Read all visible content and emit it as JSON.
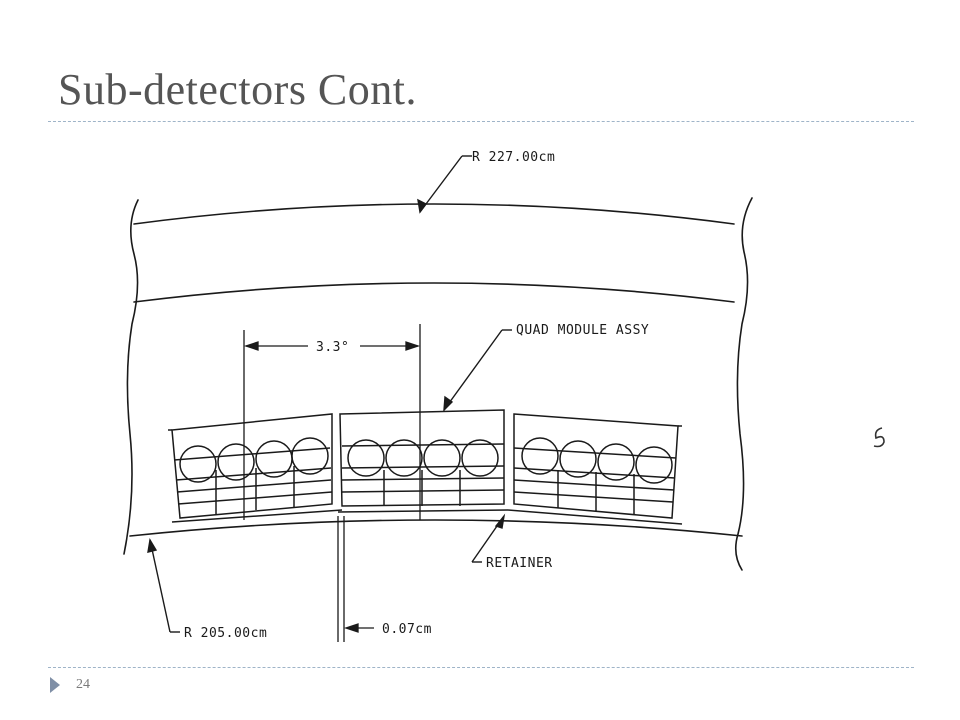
{
  "slide": {
    "title": "Sub-detectors Cont.",
    "page_number": "24"
  },
  "drawing": {
    "labels": {
      "outer_radius": "R  227.00cm",
      "angle": "3.3°",
      "quad_module": "QUAD MODULE ASSY",
      "retainer": "RETAINER",
      "inner_radius": "R  205.00cm",
      "gap": "0.07cm"
    }
  },
  "colors": {
    "title": "#555555",
    "rule": "#9fb4c8",
    "footer_marker": "#7f8fa6",
    "line_art": "#1a1a1a"
  }
}
